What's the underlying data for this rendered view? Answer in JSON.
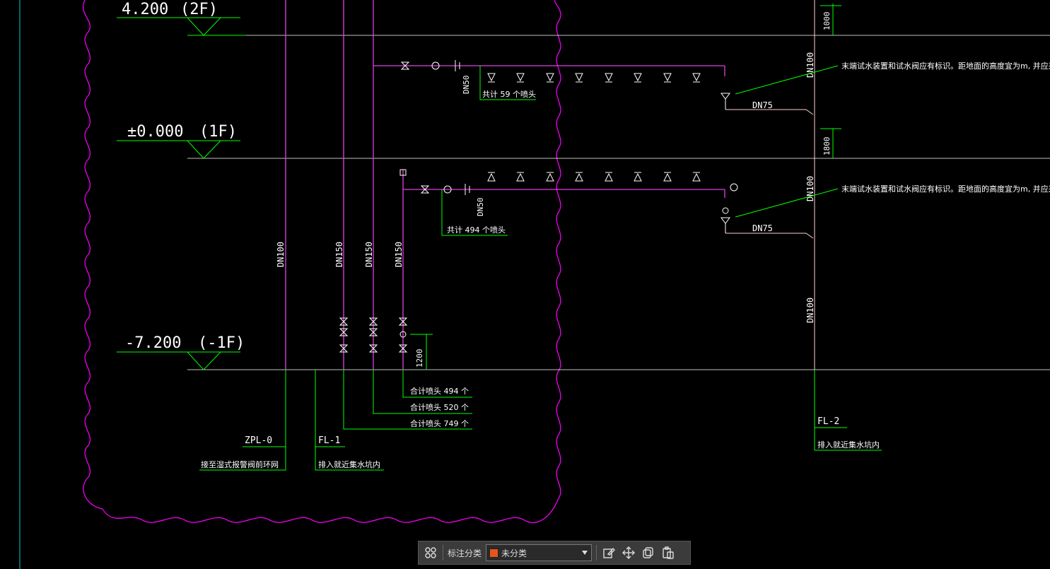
{
  "levels": [
    {
      "elev": "4.200",
      "floor": "(2F)"
    },
    {
      "elev": "±0.000",
      "floor": "(1F)"
    },
    {
      "elev": "-7.200",
      "floor": "(-1F)"
    }
  ],
  "pipe_labels": {
    "dn100_main": "DN100",
    "dn150_a": "DN150",
    "dn150_b": "DN150",
    "dn150_c": "DN150",
    "dn50_2f": "DN50",
    "dn50_1f": "DN50",
    "dn100_r1": "DN100",
    "dn100_r2": "DN100",
    "dn100_r3": "DN100",
    "dn75_2f": "DN75",
    "dn75_1f": "DN75"
  },
  "counts": {
    "f2": "共计 59 个喷头",
    "f1": "共计 494 个喷头",
    "total_a": "合计喷头 494 个",
    "total_b": "合计喷头 520 个",
    "total_c": "合计喷头 749 个"
  },
  "dims": {
    "d1": "1000",
    "d2": "1800",
    "d3": "1200"
  },
  "notes": {
    "n2f": "末端试水装置和试水阀应有标识。距地面的高度宜为m, 并应采",
    "n1f": "末端试水装置和试水阀应有标识。距地面的高度宜为m, 并应采"
  },
  "pipes": {
    "zpl0": "ZPL-0",
    "zpl0_note": "接至湿式报警阀前环网",
    "fl1": "FL-1",
    "fl1_note": "排入就近集水坑内",
    "fl2": "FL-2",
    "fl2_note": "排入就近集水坑内"
  },
  "toolbar": {
    "label": "标注分类",
    "selected": "未分类",
    "swatch_color": "#e8541c"
  },
  "colors": {
    "magenta": "#ff00ff",
    "green": "#00ff00",
    "white": "#ffffff",
    "pink": "#ffd0d0",
    "cyan": "#00cccc",
    "pipe": "#e040e0"
  }
}
